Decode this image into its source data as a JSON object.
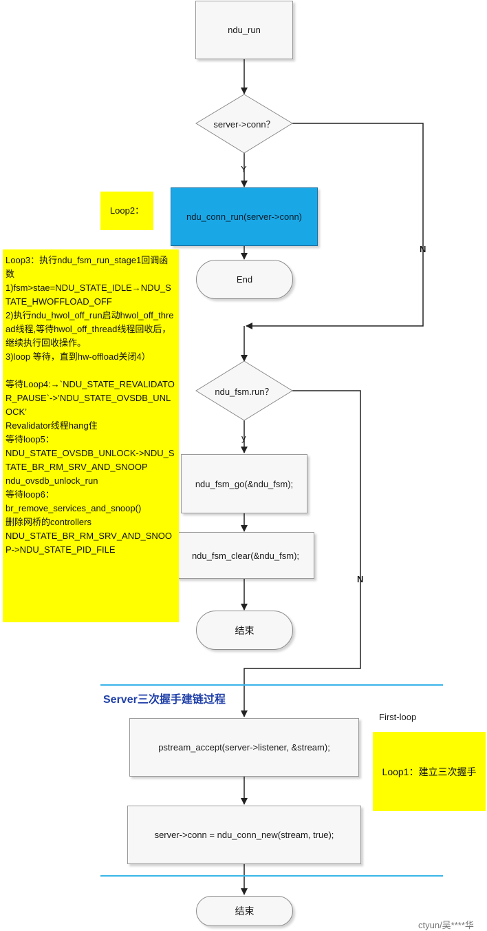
{
  "nodes": {
    "ndu_run": "ndu_run",
    "server_conn_q": "server->conn？",
    "ndu_conn_run": "ndu_conn_run(server->conn)",
    "end": "End",
    "ndu_fsm_run_q": "ndu_fsm.run？",
    "ndu_fsm_go": "ndu_fsm_go(&ndu_fsm);",
    "ndu_fsm_clear": "ndu_fsm_clear(&ndu_fsm);",
    "end_cn_1": "结束",
    "pstream_accept": "pstream_accept(server->listener, &stream);",
    "ndu_conn_new": "server->conn = ndu_conn_new(stream, true);",
    "end_cn_2": "结束"
  },
  "edge_labels": {
    "y_upper": "Y",
    "n_upper": "N",
    "y_lower": "y",
    "n_lower": "N"
  },
  "notes": {
    "loop2": "Loop2：",
    "loop3": "Loop3：执行ndu_fsm_run_stage1回调函数\n1)fsm>stae=NDU_STATE_IDLE→NDU_STATE_HWOFFLOAD_OFF\n2)执行ndu_hwol_off_run启动hwol_off_thread线程,等待hwol_off_thread线程回收后，继续执行回收操作。\n3)loop 等待，直到hw-offload关闭4）\n\n等待Loop4:→`NDU_STATE_REVALIDATOR_PAUSE`->’NDU_STATE_OVSDB_UNLOCK’\nRevalidator线程hang住\n等待loop5：\nNDU_STATE_OVSDB_UNLOCK->NDU_STATE_BR_RM_SRV_AND_SNOOP\nndu_ovsdb_unlock_run\n等待loop6：\nbr_remove_services_and_snoop()\n删除网桥的controllers\nNDU_STATE_BR_RM_SRV_AND_SNOOP->NDU_STATE_PID_FILE",
    "loop1": "Loop1：建立三次握手"
  },
  "section_title": "Server三次握手建链过程",
  "first_loop_label": "First-loop",
  "watermark": "ctyun/吴****华",
  "colors": {
    "note_yellow": "#ffff00",
    "highlight_blue": "#1aa7e6",
    "section_line": "#39b4e8",
    "section_title": "#1f3fa8"
  }
}
